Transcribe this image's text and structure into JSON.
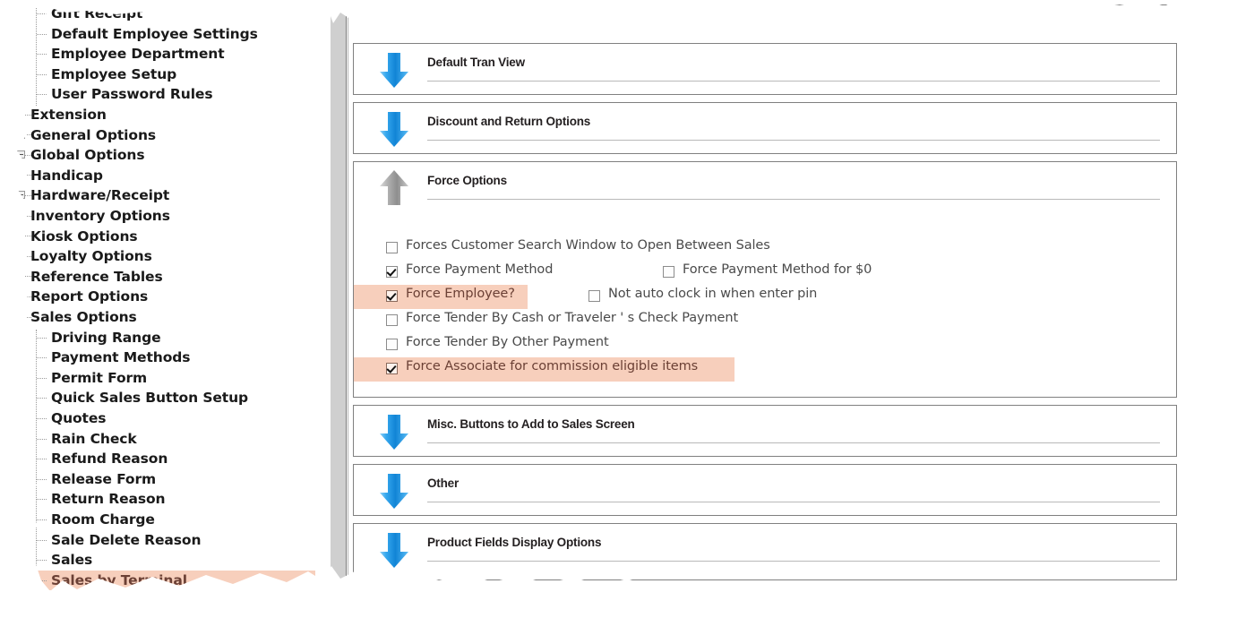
{
  "sidebar": {
    "name": "configuration-tree",
    "items": [
      {
        "label": "Gift Receipt",
        "level": 1,
        "kind": "child",
        "cut": true,
        "selected": false
      },
      {
        "label": "Default Employee Settings",
        "level": 1,
        "kind": "child",
        "selected": false
      },
      {
        "label": "Employee Department",
        "level": 1,
        "kind": "child",
        "selected": false
      },
      {
        "label": "Employee Setup",
        "level": 1,
        "kind": "child",
        "selected": false
      },
      {
        "label": "User Password Rules",
        "level": 1,
        "kind": "child",
        "last": true,
        "selected": false
      },
      {
        "label": "Extension",
        "level": 0,
        "kind": "root",
        "expander": false,
        "selected": false
      },
      {
        "label": "General Options",
        "level": 0,
        "kind": "root",
        "expander": true,
        "selected": false
      },
      {
        "label": "Global Options",
        "level": 0,
        "kind": "root",
        "expander": true,
        "selected": false
      },
      {
        "label": "Handicap",
        "level": 0,
        "kind": "root",
        "expander": false,
        "selected": false
      },
      {
        "label": "Hardware/Receipt",
        "level": 0,
        "kind": "root",
        "expander": true,
        "selected": false
      },
      {
        "label": "Inventory Options",
        "level": 0,
        "kind": "root",
        "expander": false,
        "selected": false
      },
      {
        "label": "Kiosk Options",
        "level": 0,
        "kind": "root",
        "expander": false,
        "selected": false
      },
      {
        "label": "Loyalty Options",
        "level": 0,
        "kind": "root",
        "expander": false,
        "selected": false
      },
      {
        "label": "Reference Tables",
        "level": 0,
        "kind": "root",
        "expander": false,
        "selected": false
      },
      {
        "label": "Report Options",
        "level": 0,
        "kind": "root",
        "expander": false,
        "selected": false
      },
      {
        "label": "Sales Options",
        "level": 0,
        "kind": "root",
        "expander": false,
        "selected": false
      },
      {
        "label": "Driving Range",
        "level": 1,
        "kind": "child",
        "selected": false
      },
      {
        "label": "Payment Methods",
        "level": 1,
        "kind": "child",
        "selected": false
      },
      {
        "label": "Permit Form",
        "level": 1,
        "kind": "child",
        "selected": false
      },
      {
        "label": "Quick Sales Button Setup",
        "level": 1,
        "kind": "child",
        "selected": false
      },
      {
        "label": "Quotes",
        "level": 1,
        "kind": "child",
        "selected": false
      },
      {
        "label": "Rain Check",
        "level": 1,
        "kind": "child",
        "selected": false
      },
      {
        "label": "Refund Reason",
        "level": 1,
        "kind": "child",
        "selected": false
      },
      {
        "label": "Release Form",
        "level": 1,
        "kind": "child",
        "selected": false
      },
      {
        "label": "Return Reason",
        "level": 1,
        "kind": "child",
        "selected": false
      },
      {
        "label": "Room Charge",
        "level": 1,
        "kind": "child",
        "selected": false
      },
      {
        "label": "Sale Delete Reason",
        "level": 1,
        "kind": "child",
        "selected": false
      },
      {
        "label": "Sales",
        "level": 1,
        "kind": "child",
        "selected": false
      },
      {
        "label": "Sales by Terminal",
        "level": 1,
        "kind": "child",
        "last": true,
        "selected": true
      }
    ]
  },
  "content": {
    "sections": [
      {
        "title": "Default Tran View",
        "state": "collapsed",
        "arrow": "down-arrow-icon"
      },
      {
        "title": "Discount and Return Options",
        "state": "collapsed",
        "arrow": "down-arrow-icon"
      },
      {
        "title": "Force Options",
        "state": "expanded",
        "arrow": "up-arrow-icon"
      },
      {
        "title": "Misc. Buttons to Add to Sales Screen",
        "state": "collapsed",
        "arrow": "down-arrow-icon"
      },
      {
        "title": "Other",
        "state": "collapsed",
        "arrow": "down-arrow-icon"
      },
      {
        "title": "Product Fields Display Options",
        "state": "collapsed",
        "arrow": "down-arrow-icon"
      }
    ],
    "force_options": {
      "checkboxes": [
        {
          "label": "Forces Customer Search Window to Open Between Sales",
          "checked": false,
          "highlighted": false,
          "col": "left"
        },
        {
          "label": "Force Payment Method",
          "checked": true,
          "highlighted": false,
          "col": "left"
        },
        {
          "label": "Force Payment Method for $0",
          "checked": false,
          "highlighted": false,
          "col": "right"
        },
        {
          "label": "Force Employee?",
          "checked": true,
          "highlighted": true,
          "col": "left"
        },
        {
          "label": "Not auto clock in when enter pin",
          "checked": false,
          "highlighted": false,
          "col": "right2"
        },
        {
          "label": "Force Tender By Cash or Traveler ' s Check Payment",
          "checked": false,
          "highlighted": false,
          "col": "left"
        },
        {
          "label": "Force Tender By Other Payment",
          "checked": false,
          "highlighted": false,
          "col": "left"
        },
        {
          "label": "Force Associate for commission eligible items",
          "checked": true,
          "highlighted": true,
          "col": "left"
        }
      ]
    }
  },
  "colors": {
    "highlight": "#f7cfbc",
    "highlight_text": "#6b4035",
    "arrow_blue": "#2196f3",
    "arrow_gray": "#9e9e9e",
    "panel_border": "#808080",
    "scrollbar": "#cfcfcf"
  },
  "scrollbar": {
    "name": "vertical-scrollbar",
    "orientation": "vertical"
  }
}
